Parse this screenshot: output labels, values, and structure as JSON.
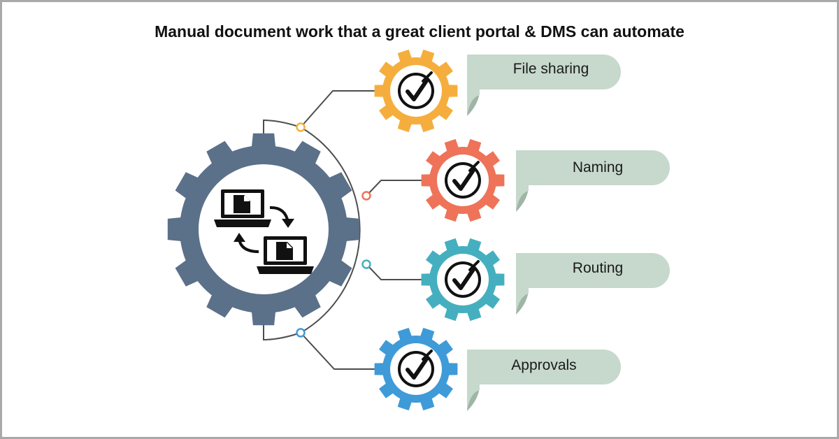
{
  "title": "Manual document work that a great client portal & DMS can automate",
  "items": [
    {
      "label": "File sharing",
      "color": "#f5ae3d",
      "dot": "#f5ae3d"
    },
    {
      "label": "Naming",
      "color": "#ee7359",
      "dot": "#ee7359"
    },
    {
      "label": "Routing",
      "color": "#45afbf",
      "dot": "#45afbf"
    },
    {
      "label": "Approvals",
      "color": "#3f9ad8",
      "dot": "#3f9ad8"
    }
  ],
  "central_gear": {
    "color": "#5b7089",
    "icon": "laptop-document-transfer-icon"
  },
  "item_icon": "checkmark-circle-icon",
  "banner_color": "#c6d9cc",
  "banner_fold_color": "#9fb5a5",
  "connector_color": "#4d4d4d"
}
